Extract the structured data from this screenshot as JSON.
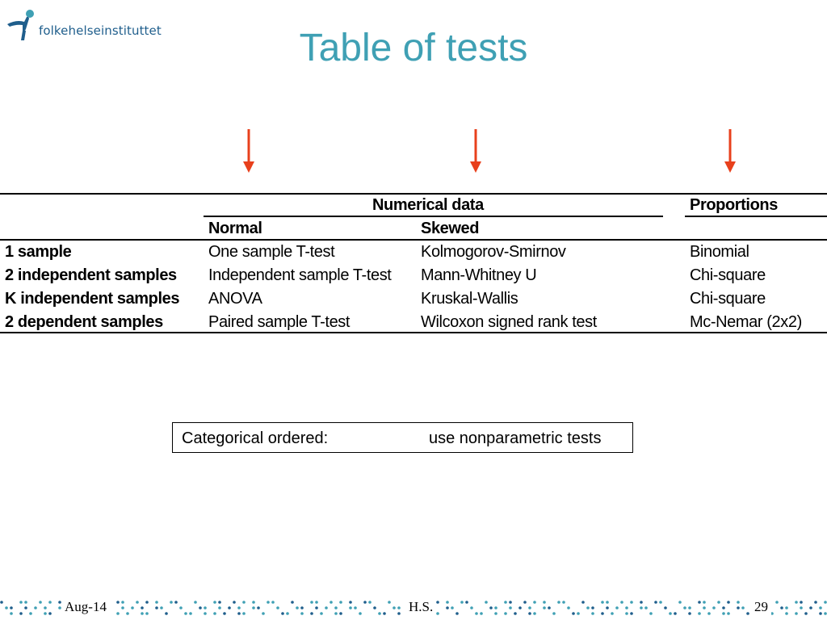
{
  "brand": {
    "name": "folkehelseinstituttet",
    "logo_icon": "fhi-figure-icon"
  },
  "slide": {
    "title": "Table of tests"
  },
  "arrows": {
    "color": "#e8401c",
    "count": 3
  },
  "table": {
    "group_headers": {
      "numerical": "Numerical data",
      "proportions": "Proportions"
    },
    "sub_headers": {
      "normal": "Normal",
      "skewed": "Skewed"
    },
    "rows": [
      {
        "label": "1 sample",
        "normal": "One sample T-test",
        "skewed": "Kolmogorov-Smirnov",
        "proportions": "Binomial"
      },
      {
        "label": "2 independent samples",
        "normal": "Independent sample T-test",
        "skewed": "Mann-Whitney U",
        "proportions": "Chi-square"
      },
      {
        "label": "K independent samples",
        "normal": "ANOVA",
        "skewed": "Kruskal-Wallis",
        "proportions": "Chi-square"
      },
      {
        "label": "2 dependent samples",
        "normal": "Paired sample T-test",
        "skewed": "Wilcoxon signed rank test",
        "proportions": "Mc-Nemar (2x2)"
      }
    ]
  },
  "note": {
    "label": "Categorical ordered:",
    "value": "use nonparametric tests"
  },
  "footer": {
    "date": "Aug-14",
    "author": "H.S.",
    "page": "29",
    "dot_color": "#3fa0b4",
    "dot_color_dark": "#1f5e8c"
  }
}
